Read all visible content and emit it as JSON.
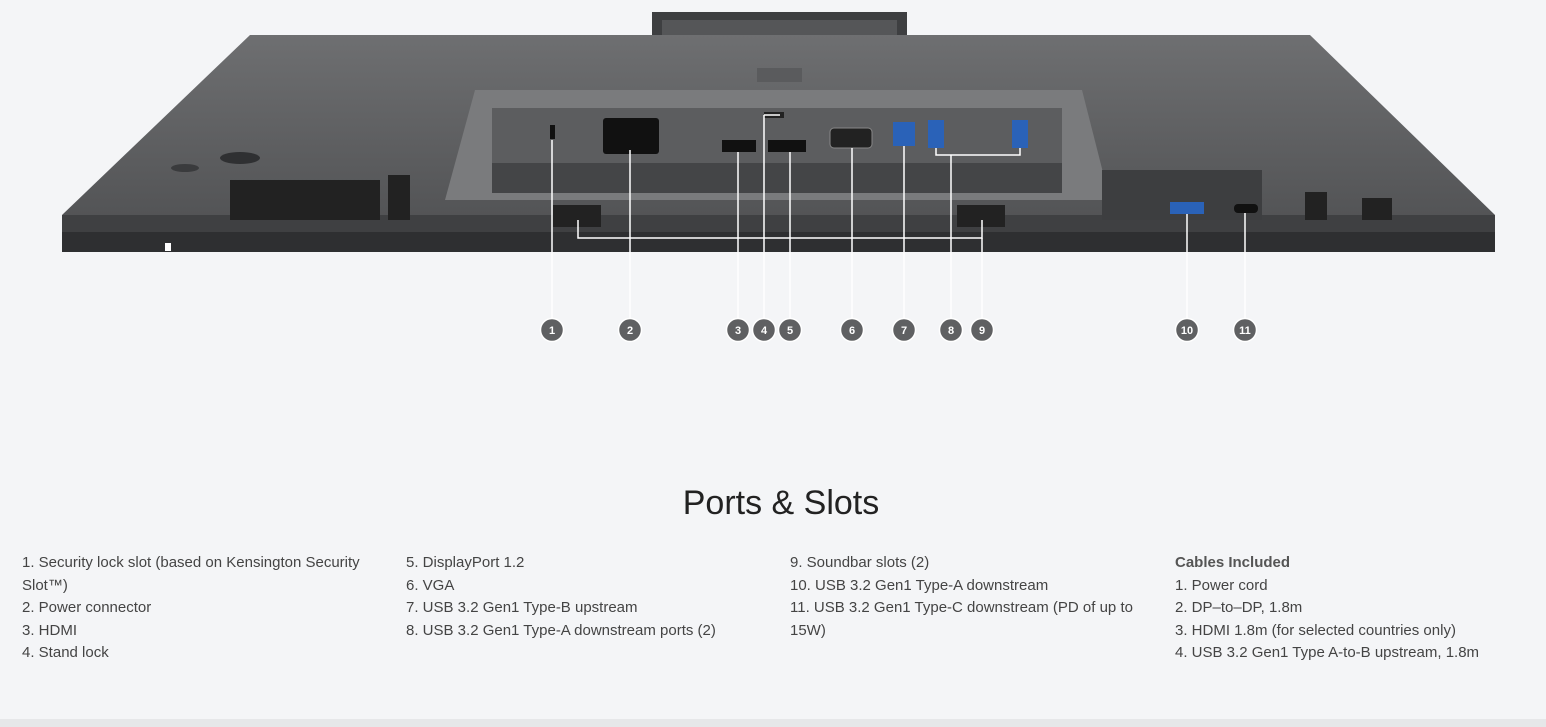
{
  "title": "Ports & Slots",
  "callouts": [
    "1",
    "2",
    "3",
    "4",
    "5",
    "6",
    "7",
    "8",
    "9",
    "10",
    "11"
  ],
  "columns": [
    {
      "items": [
        "1. Security lock slot (based on Kensington Security Slot™)",
        "2. Power connector",
        "3. HDMI",
        "4. Stand lock"
      ]
    },
    {
      "items": [
        "5. DisplayPort 1.2",
        "6. VGA",
        "7. USB 3.2 Gen1 Type-B upstream",
        "8. USB 3.2 Gen1 Type-A downstream ports (2)"
      ]
    },
    {
      "items": [
        "9. Soundbar slots (2)",
        "10. USB 3.2 Gen1 Type-A downstream",
        "11. USB 3.2 Gen1 Type-C downstream (PD of up to 15W)"
      ]
    }
  ],
  "cables": {
    "heading": "Cables Included",
    "items": [
      "1. Power cord",
      "2. DP–to–DP, 1.8m",
      "3. HDMI 1.8m (for selected countries only)",
      "4. USB 3.2 Gen1 Type A-to-B upstream, 1.8m"
    ]
  }
}
